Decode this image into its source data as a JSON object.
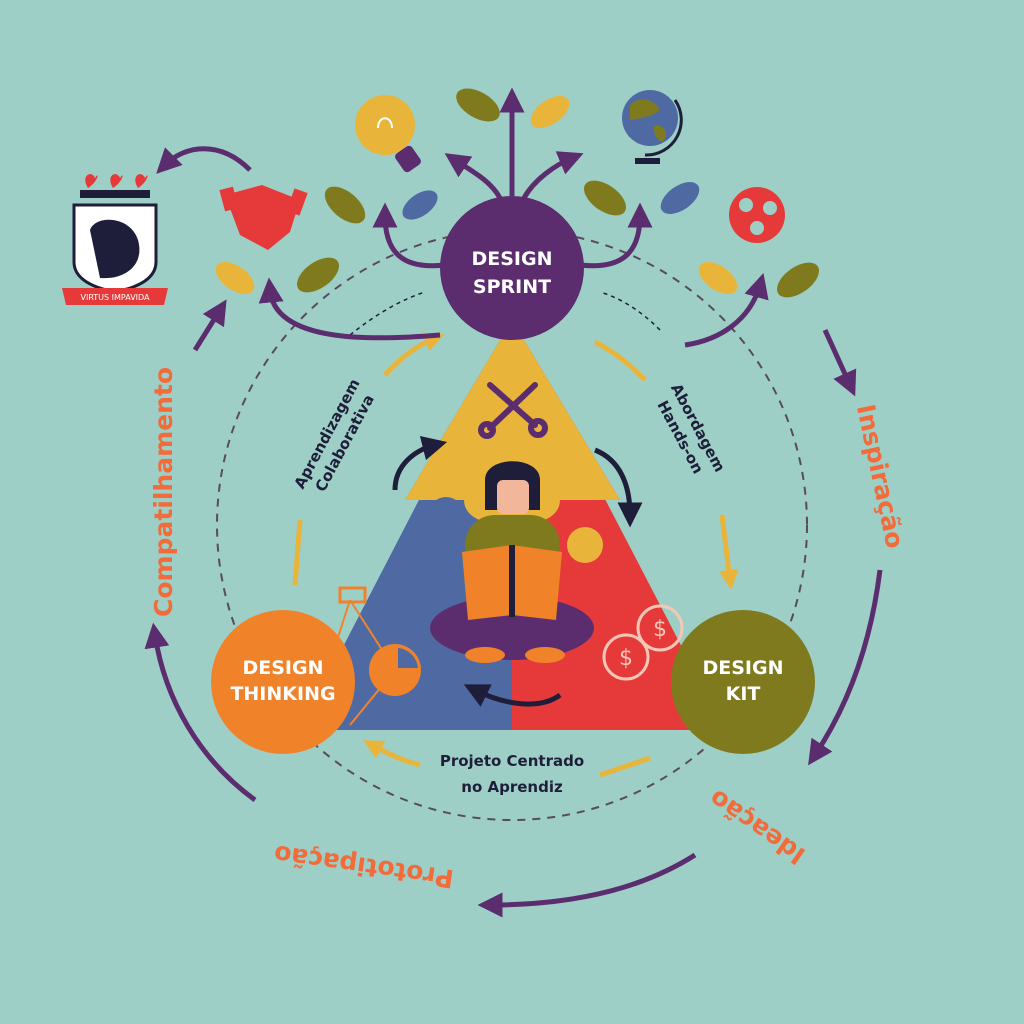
{
  "hubs": {
    "sprint": {
      "line1": "DESIGN",
      "line2": "SPRINT"
    },
    "thinking": {
      "line1": "DESIGN",
      "line2": "THINKING"
    },
    "kit": {
      "line1": "DESIGN",
      "line2": "KIT"
    }
  },
  "inner_labels": {
    "left": {
      "line1": "Aprendizagem",
      "line2": "Colaborativa"
    },
    "right": {
      "line1": "Abordagem",
      "line2": "Hands-on"
    },
    "bottom": {
      "line1": "Projeto Centrado",
      "line2": "no Aprendiz"
    }
  },
  "outer_labels": {
    "inspiracao": "Inspiração",
    "ideacao": "Ideação",
    "prototipacao": "Prototipação",
    "compartilhamento": "Compatilhamento"
  },
  "logo": {
    "motto": "VIRTUS IMPAVIDA"
  },
  "colors": {
    "background": "#9ecfc6",
    "purple": "#5c2d6e",
    "orange": "#f0822a",
    "olive": "#7f7a1e",
    "yellow": "#e8b53a",
    "blue": "#4f6aa3",
    "red": "#e63a3a",
    "label": "#f26b3a"
  }
}
